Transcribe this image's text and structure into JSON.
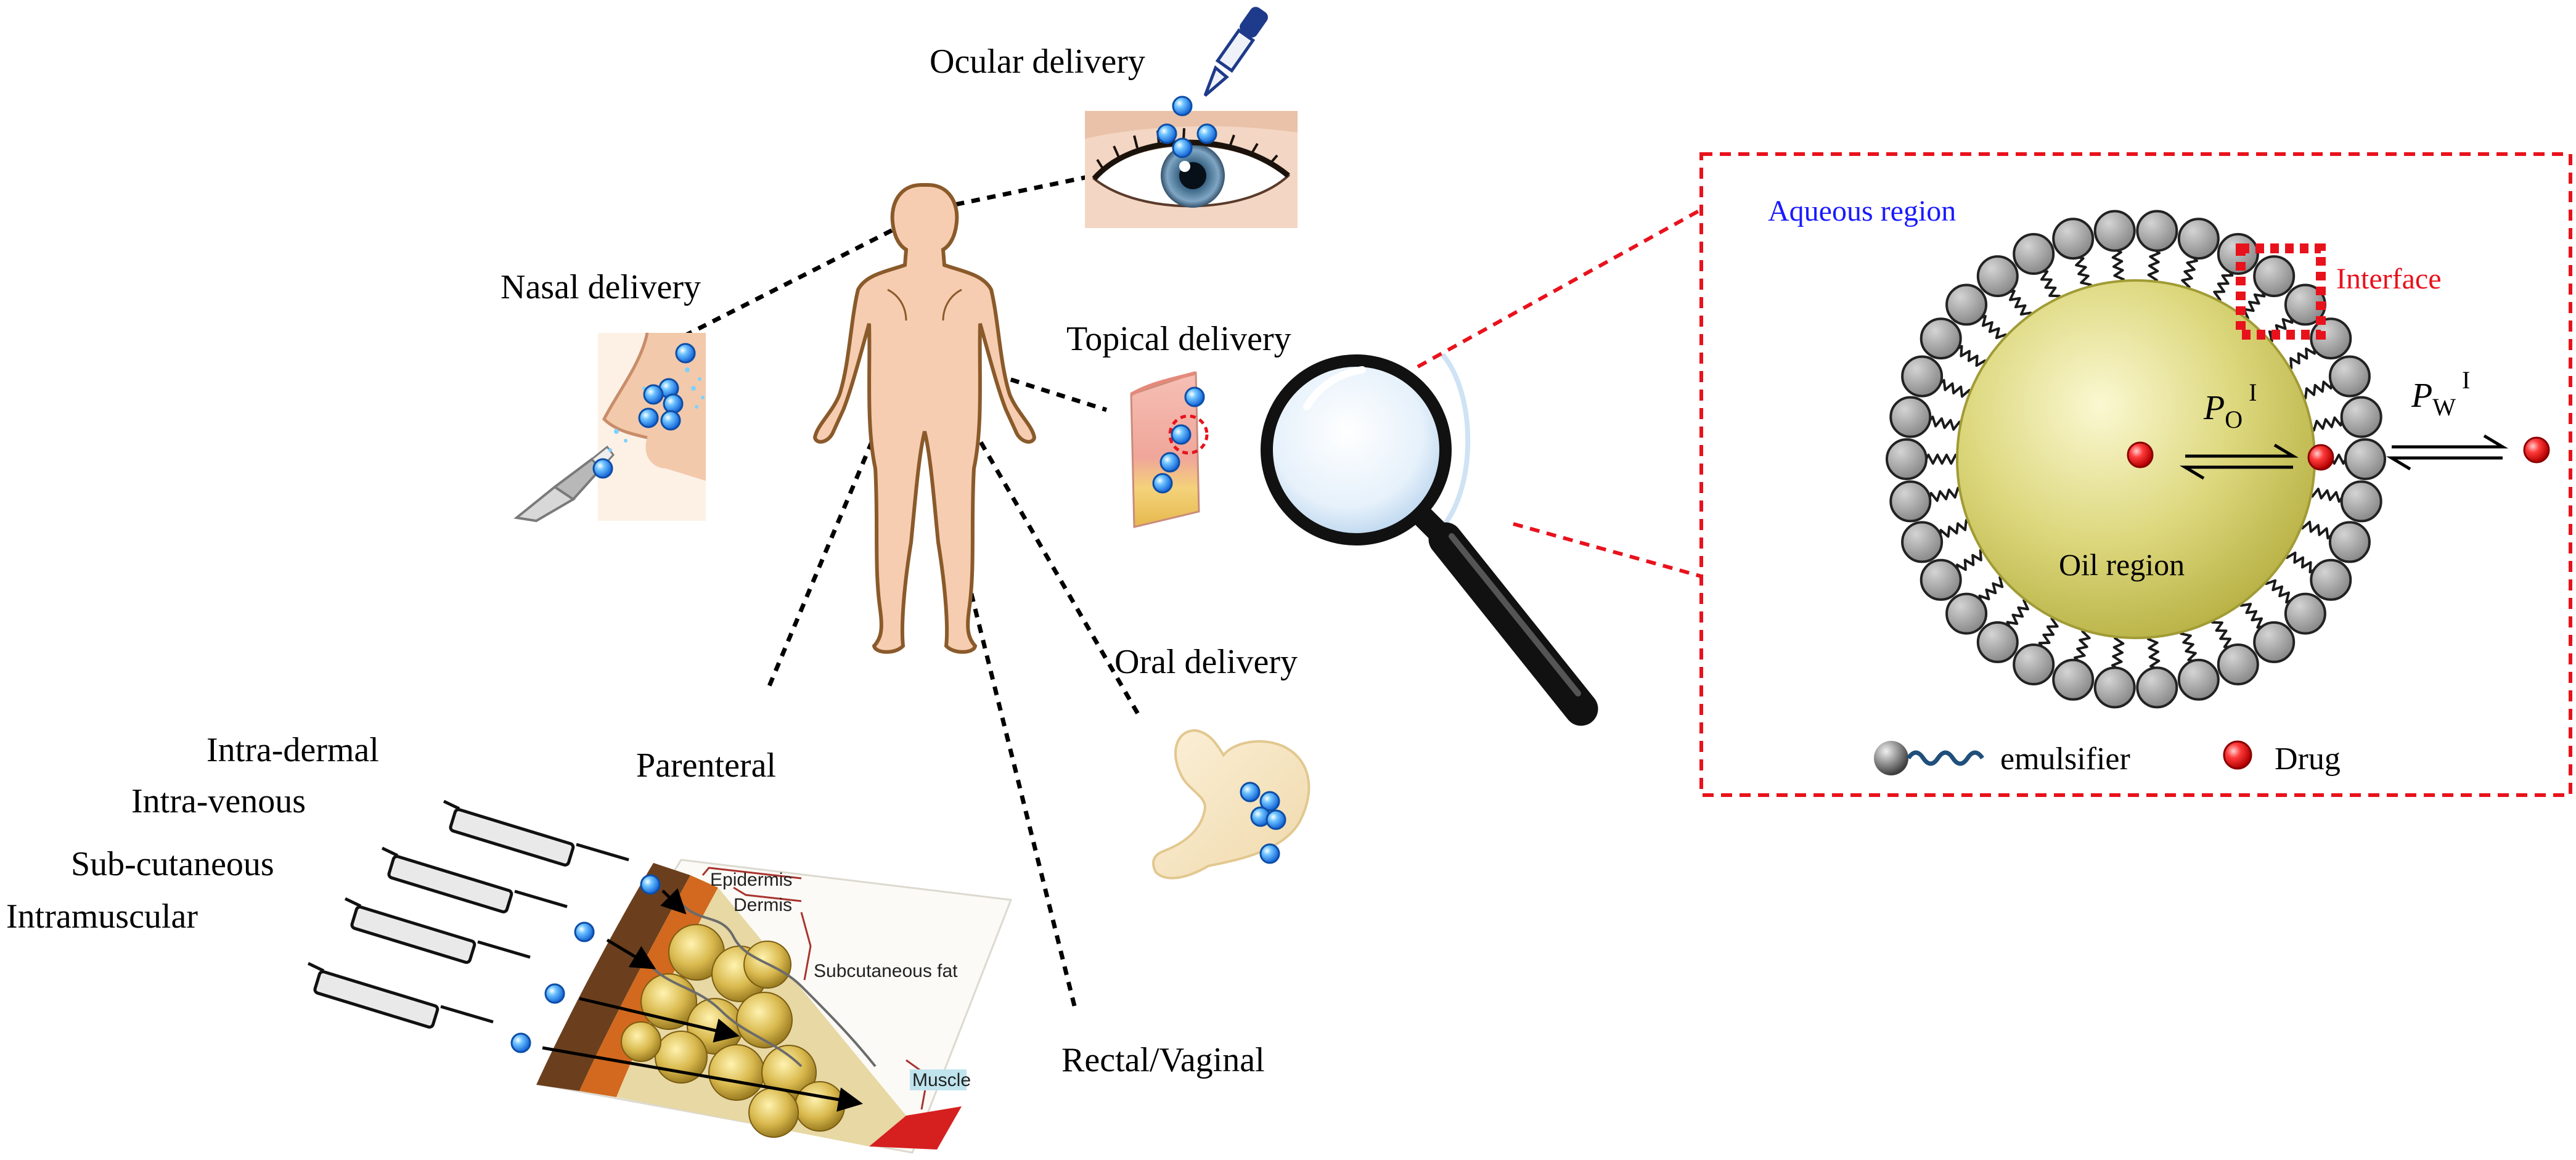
{
  "labels": {
    "ocular": "Ocular delivery",
    "nasal": "Nasal delivery",
    "topical": "Topical delivery",
    "oral": "Oral delivery",
    "parenteral": "Parenteral",
    "rectal": "Rectal/Vaginal",
    "intra_dermal": "Intra-dermal",
    "intra_venous": "Intra-venous",
    "sub_cutaneous": "Sub-cutaneous",
    "intramuscular": "Intramuscular"
  },
  "skin_layers": {
    "epidermis": "Epidermis",
    "dermis": "Dermis",
    "subcutaneous": "Subcutaneous fat",
    "muscle": "Muscle"
  },
  "droplet": {
    "aqueous": "Aqueous region",
    "interface": "Interface",
    "oil": "Oil region",
    "p_letter": "P",
    "po_sub": "O",
    "pw_sub": "W",
    "sup": "I"
  },
  "legend": {
    "emulsifier": "emulsifier",
    "drug": "Drug"
  },
  "colors": {
    "aqueous_text": "#1a1aff",
    "interface_red": "#e8121c",
    "skin_tone": "#f6cdb0",
    "body_outline": "#8a5a2b",
    "oil_core": "#d4cf6a",
    "head_grey": "#9c9c9c"
  }
}
